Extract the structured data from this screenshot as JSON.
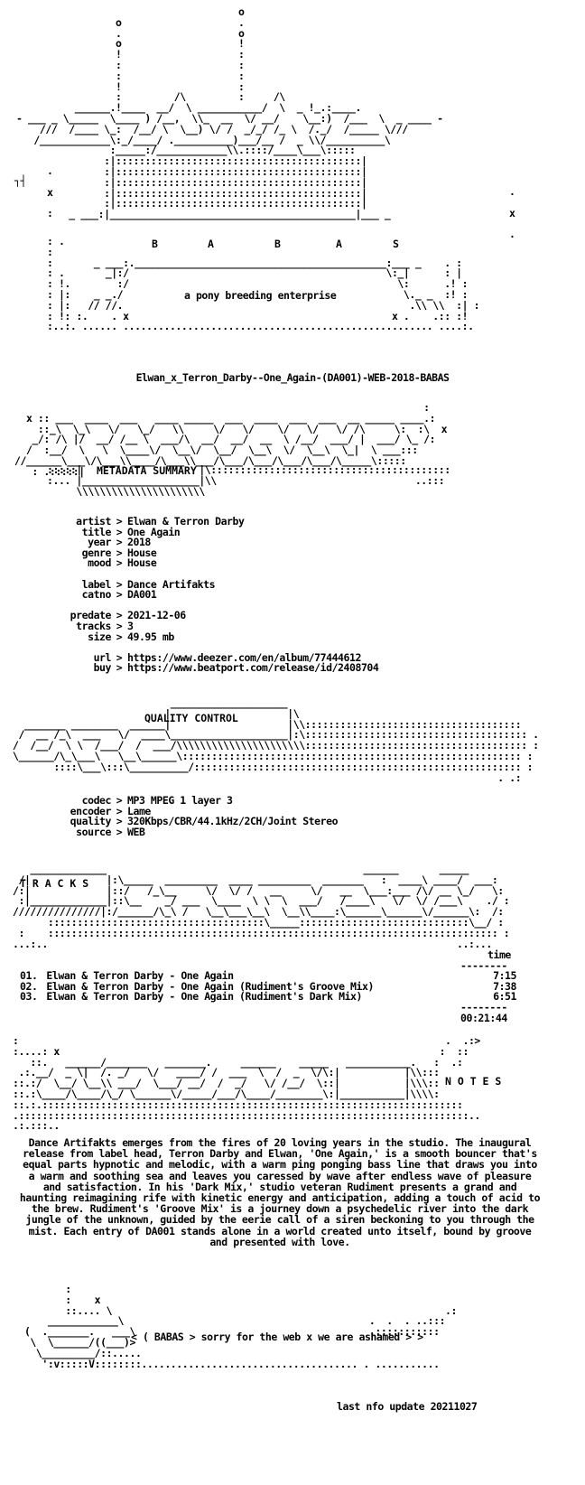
{
  "header": {
    "letters": [
      "B",
      "A",
      "B",
      "A",
      "S"
    ],
    "tagline": "a pony breeding enterprise"
  },
  "release_name": "Elwan_x_Terron_Darby--One_Again-(DA001)-WEB-2018-BABAS",
  "metadata": {
    "section_title": "METADATA SUMMARY",
    "rows": [
      {
        "key": "artist",
        "value": "Elwan & Terron Darby"
      },
      {
        "key": "title",
        "value": "One Again"
      },
      {
        "key": "year",
        "value": "2018"
      },
      {
        "key": "genre",
        "value": "House"
      },
      {
        "key": "mood",
        "value": "House"
      },
      {
        "key": "label",
        "value": "Dance Artifakts"
      },
      {
        "key": "catno",
        "value": "DA001"
      },
      {
        "key": "predate",
        "value": "2021-12-06"
      },
      {
        "key": "tracks",
        "value": "3"
      },
      {
        "key": "size",
        "value": "49.95 mb"
      },
      {
        "key": "url",
        "value": "https://www.deezer.com/en/album/77444612"
      },
      {
        "key": "buy",
        "value": "https://www.beatport.com/release/id/2408704"
      }
    ]
  },
  "quality": {
    "section_title": "QUALITY CONTROL",
    "rows": [
      {
        "key": "codec",
        "value": "MP3 MPEG 1 layer 3"
      },
      {
        "key": "encoder",
        "value": "Lame"
      },
      {
        "key": "quality",
        "value": "320Kbps/CBR/44.1kHz/2CH/Joint Stereo"
      },
      {
        "key": "source",
        "value": "WEB"
      }
    ]
  },
  "tracks": {
    "section_title": "T R A C K S",
    "time_header": "time",
    "divider": "--------",
    "list": [
      {
        "num": "01.",
        "title": "Elwan & Terron Darby - One Again",
        "time": "7:15"
      },
      {
        "num": "02.",
        "title": "Elwan & Terron Darby - One Again (Rudiment's Groove Mix)",
        "time": "7:38"
      },
      {
        "num": "03.",
        "title": "Elwan & Terron Darby - One Again (Rudiment's Dark Mix)",
        "time": "6:51"
      }
    ],
    "total": "00:21:44"
  },
  "notes": {
    "section_title": "N O T E S",
    "text": "Dance Artifakts emerges from the fires of 20 loving years in the studio. The inaugural release from label head, Terron Darby and Elwan, 'One Again,' is a smooth bouncer that's equal parts hypnotic and melodic, with a warm ping ponging bass line that draws you into a warm and soothing sea and leaves you caressed by wave after endless wave of pleasure and satisfaction. In his 'Dark Mix,' studio veteran Rudiment presents a grand and haunting reimagining rife with kinetic energy and anticipation, adding a touch of acid to the brew. Rudiment's 'Groove Mix' is a journey down a psychedelic river into the dark jungle of the unknown, guided by the eerie call of a siren beckoning to you through the mist. Each entry of DA001 stands alone in a world created unto itself, bound by groove and presented with love."
  },
  "footer": {
    "message": "< ( BABAS > sorry for the web x we are ashamed > >",
    "last_update": "last nfo update 20211027"
  }
}
